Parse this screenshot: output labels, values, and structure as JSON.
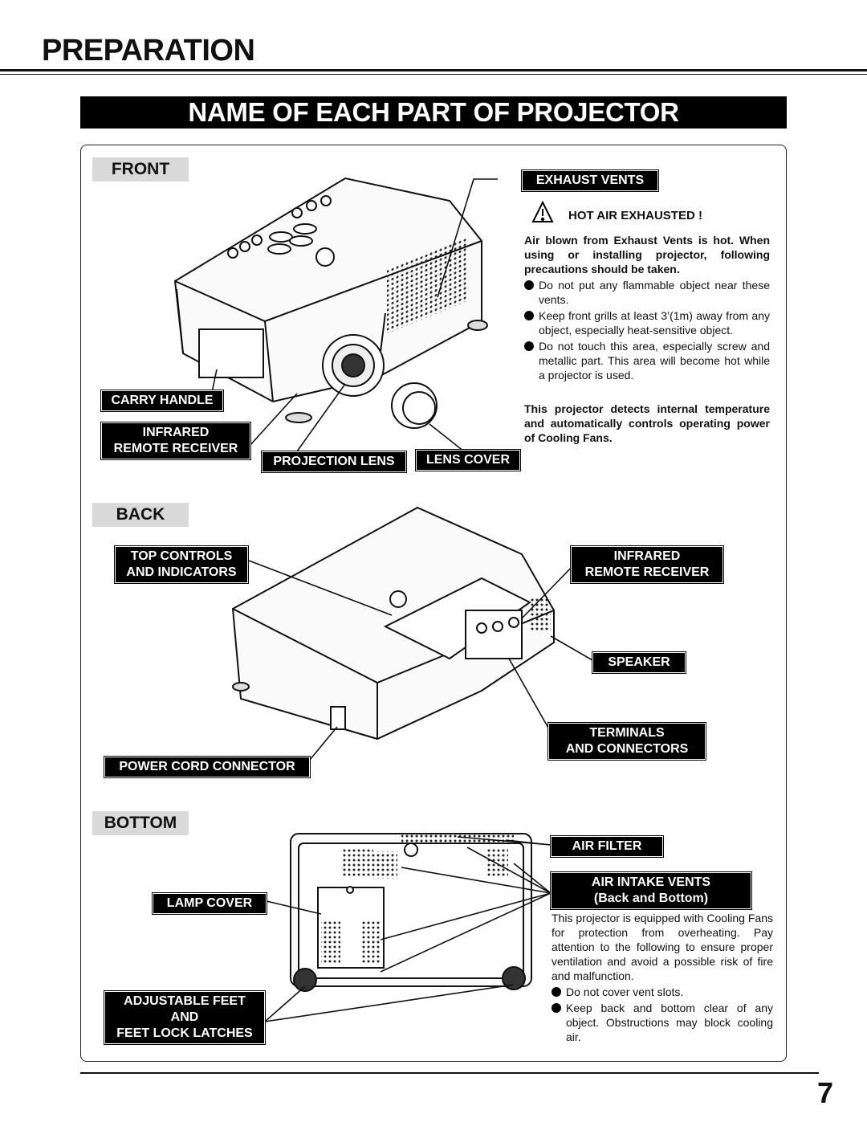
{
  "header": {
    "title": "PREPARATION"
  },
  "banner": {
    "text": "NAME OF EACH PART OF PROJECTOR"
  },
  "front": {
    "tab": "FRONT",
    "labels": {
      "exhaust_vents": "EXHAUST VENTS",
      "carry_handle": "CARRY HANDLE",
      "infrared_1": "INFRARED",
      "infrared_2": "REMOTE RECEIVER",
      "projection_lens": "PROJECTION LENS",
      "lens_cover": "LENS COVER"
    },
    "warning": {
      "heading": "HOT AIR EXHAUSTED !",
      "intro": "Air blown from Exhaust Vents is hot. When using or installing projector, following precautions should be taken.",
      "bullets": [
        "Do not put any flammable object near these vents.",
        "Keep front grills at least 3’(1m) away from any object, especially heat-sensitive object.",
        "Do not touch this area, especially screw and metallic part.  This area will become hot while a projector is used."
      ],
      "footer": "This projector detects internal temperature and automatically controls operating power of Cooling Fans."
    }
  },
  "back": {
    "tab": "BACK",
    "labels": {
      "top_controls_1": "TOP CONTROLS",
      "top_controls_2": "AND INDICATORS",
      "infrared_1": "INFRARED",
      "infrared_2": "REMOTE RECEIVER",
      "speaker": "SPEAKER",
      "terminals_1": "TERMINALS",
      "terminals_2": "AND CONNECTORS",
      "power_cord": "POWER CORD CONNECTOR"
    }
  },
  "bottom": {
    "tab": "BOTTOM",
    "labels": {
      "air_filter": "AIR FILTER",
      "air_intake_1": "AIR INTAKE VENTS",
      "air_intake_2": "(Back and Bottom)",
      "lamp_cover": "LAMP COVER",
      "feet_1": "ADJUSTABLE FEET",
      "feet_2": "AND",
      "feet_3": "FEET LOCK LATCHES"
    },
    "note": {
      "intro": "This projector is equipped with Cooling Fans for protection from overheating. Pay attention to the following to ensure proper ventilation and avoid a possible risk of fire and malfunction.",
      "bullets": [
        "Do not cover vent slots.",
        "Keep back and bottom clear of any object.  Obstructions may block cooling air."
      ]
    }
  },
  "footer": {
    "page_number": "7"
  }
}
